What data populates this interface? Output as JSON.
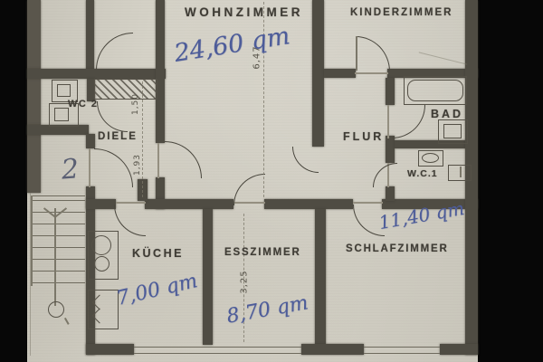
{
  "rooms": [
    {
      "id": "wohnzimmer",
      "label": "WOHNZIMMER",
      "area": "24,60 qm"
    },
    {
      "id": "kinderzimmer",
      "label": "KINDERZIMMER",
      "area": ""
    },
    {
      "id": "wc2",
      "label": "WC 2",
      "area": ""
    },
    {
      "id": "diele",
      "label": "DIELE",
      "area": ""
    },
    {
      "id": "flur",
      "label": "FLUR",
      "area": ""
    },
    {
      "id": "bad",
      "label": "BAD",
      "area": ""
    },
    {
      "id": "wc1",
      "label": "W.C.1",
      "area": ""
    },
    {
      "id": "kueche",
      "label": "KÜCHE",
      "area": "7,00 qm"
    },
    {
      "id": "esszimmer",
      "label": "ESSZIMMER",
      "area": "8,70 qm"
    },
    {
      "id": "schlafzimmer",
      "label": "SCHLAFZIMMER",
      "area": "11,40 qm"
    }
  ],
  "measurements": {
    "wohnzimmer_depth": "6,47",
    "esszimmer_width": "3,25",
    "diele_upper": "1,50",
    "diele_lower": "1,93"
  },
  "annotations": {
    "apartment_number": "2"
  },
  "colors": {
    "paper": "#d2cfc4",
    "wall": "#4f4c43",
    "printed_ink": "#3f3c35",
    "handwriting_blue": "#4d5c99",
    "scan_border_black": "#070707"
  }
}
